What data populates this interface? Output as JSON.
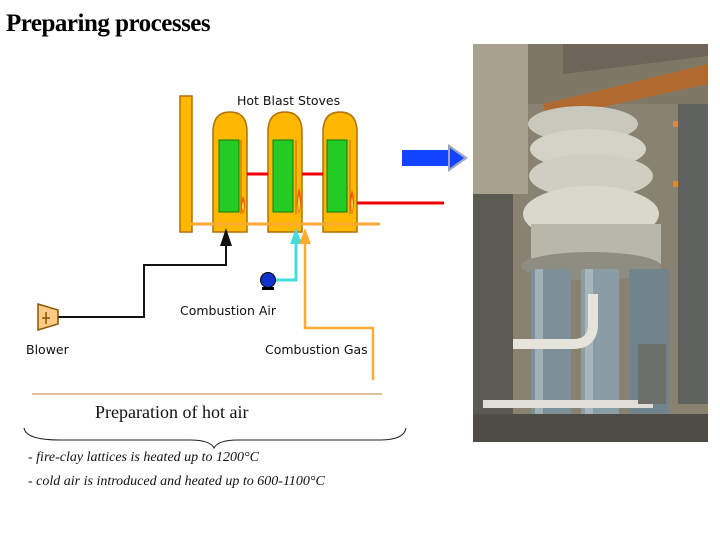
{
  "title": "Preparing processes",
  "diagram": {
    "stoves_label": "Hot Blast Stoves",
    "combustion_air_label": "Combustion Air",
    "blower_label": "Blower",
    "combustion_gas_label": "Combustion Gas"
  },
  "section": {
    "heading": "Preparation of hot air",
    "bullets": [
      "- fire-clay lattices is heated up to 1200°C",
      "- cold air is introduced and heated up to 600-1100°C"
    ]
  },
  "colors": {
    "stove_shell": "#ffb800",
    "stove_chamber": "#22cc22",
    "hot_line": "#ee0000",
    "air_line": "#44dddd",
    "gas_line": "#ffaa33",
    "flow_arrow": "#1144ff"
  }
}
